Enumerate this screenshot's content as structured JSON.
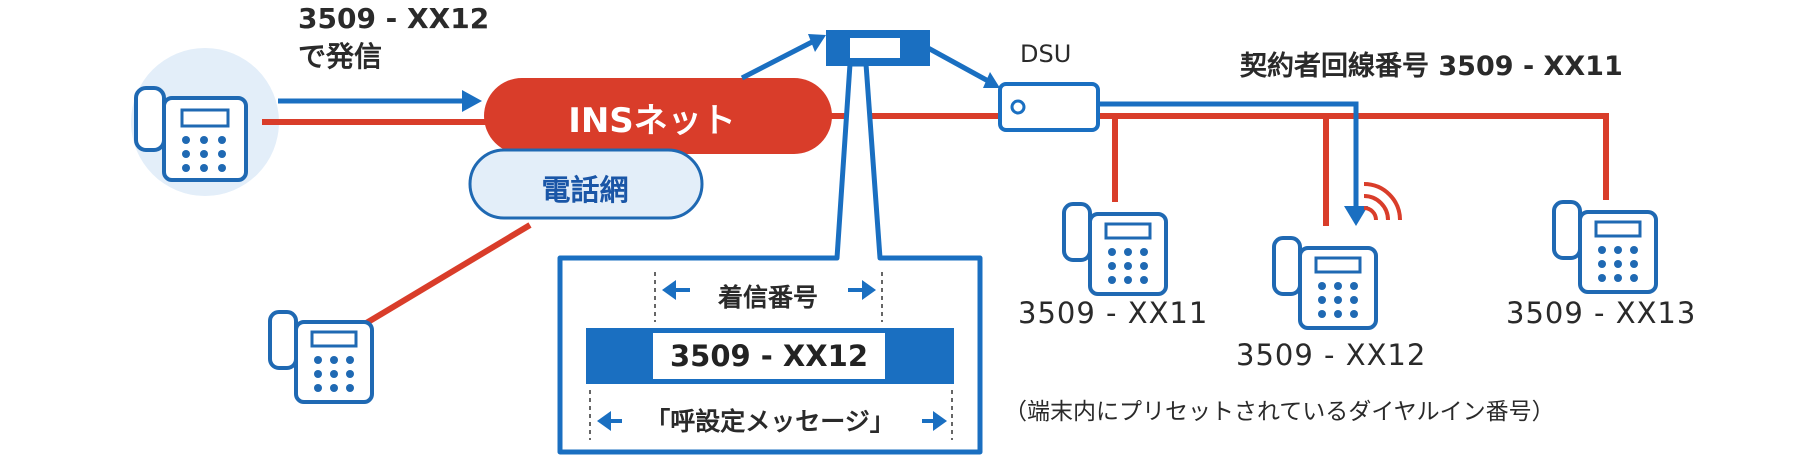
{
  "caller": {
    "number": "3509 - XX12",
    "action": "で発信"
  },
  "network": {
    "ins": "INSネット",
    "telephone": "電話網"
  },
  "dsu": "DSU",
  "contract_line": "契約者回線番号 3509 - XX11",
  "callee_box": {
    "label": "着信番号",
    "number": "3509 - XX12",
    "message": "「呼設定メッセージ」"
  },
  "terminals": {
    "t11": "3509 - XX11",
    "t12": "3509 - XX12",
    "t13": "3509 - XX13"
  },
  "note": "（端末内にプリセットされているダイヤルイン番号）",
  "colors": {
    "blue": "#1a6fc1",
    "red": "#d93d2a",
    "light_blue": "#e3eef9",
    "outline": "#1f69b3"
  }
}
